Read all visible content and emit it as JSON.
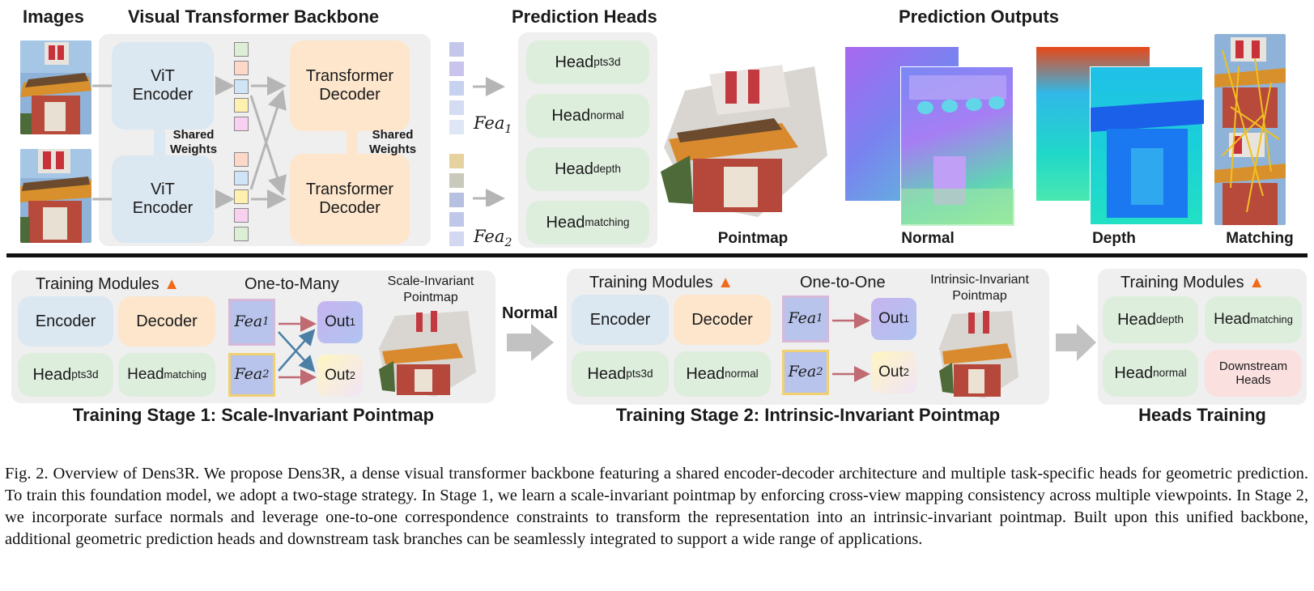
{
  "top": {
    "images_title": "Images",
    "backbone_title": "Visual Transformer Backbone",
    "heads_title": "Prediction Heads",
    "outputs_title": "Prediction Outputs",
    "vit_encoder": "ViT\nEncoder",
    "transformer_decoder": "Transformer\nDecoder",
    "shared_weights": "Shared\nWeights",
    "fea1": "Fea",
    "fea1_sub": "1",
    "fea2": "Fea",
    "fea2_sub": "2",
    "heads": [
      {
        "base": "Head",
        "sub": "pts3d"
      },
      {
        "base": "Head",
        "sub": "normal"
      },
      {
        "base": "Head",
        "sub": "depth"
      },
      {
        "base": "Head",
        "sub": "matching"
      }
    ],
    "outputs": [
      "Pointmap",
      "Normal",
      "Depth",
      "Matching"
    ]
  },
  "stage1": {
    "modules_title": "Training Modules",
    "encoder": "Encoder",
    "decoder": "Decoder",
    "head_a": {
      "base": "Head",
      "sub": "pts3d"
    },
    "head_b": {
      "base": "Head",
      "sub": "matching"
    },
    "mapping_title": "One-to-Many",
    "fea": "Fea",
    "out": "Out",
    "sub1": "1",
    "sub2": "2",
    "pointmap_label": "Scale-Invariant\nPointmap",
    "caption": "Training Stage 1: Scale-Invariant Pointmap"
  },
  "transition": {
    "normal": "Normal"
  },
  "stage2": {
    "modules_title": "Training Modules",
    "encoder": "Encoder",
    "decoder": "Decoder",
    "head_a": {
      "base": "Head",
      "sub": "pts3d"
    },
    "head_b": {
      "base": "Head",
      "sub": "normal"
    },
    "mapping_title": "One-to-One",
    "fea": "Fea",
    "out": "Out",
    "sub1": "1",
    "sub2": "2",
    "pointmap_label": "Intrinsic-Invariant\nPointmap",
    "caption": "Training Stage 2:  Intrinsic-Invariant Pointmap"
  },
  "stage3": {
    "modules_title": "Training Modules",
    "head_a": {
      "base": "Head",
      "sub": "depth"
    },
    "head_b": {
      "base": "Head",
      "sub": "matching"
    },
    "head_c": {
      "base": "Head",
      "sub": "normal"
    },
    "downstream": "Downstream\nHeads",
    "caption": "Heads Training"
  },
  "fig_caption": "Fig. 2.  Overview of Dens3R. We propose Dens3R, a dense visual transformer backbone featuring a shared encoder-decoder architecture and multiple task-specific heads for geometric prediction. To train this foundation model, we adopt a two-stage strategy. In Stage 1, we learn a scale-invariant pointmap by enforcing cross-view mapping consistency across multiple viewpoints. In Stage 2, we incorporate surface normals and leverage one-to-one correspondence constraints to transform the representation into an intrinsic-invariant pointmap. Built upon this unified backbone, additional geometric prediction heads and downstream task branches can be seamlessly integrated to support a wide range of applications.",
  "colors": {
    "encoder": "#dbe7f1",
    "decoder": "#fde6cc",
    "head": "#deeedd",
    "downstream": "#fbe0e0",
    "feature": "#b8c4ec",
    "arrow_red": "#c06a72",
    "arrow_blue": "#4b7fa6"
  }
}
